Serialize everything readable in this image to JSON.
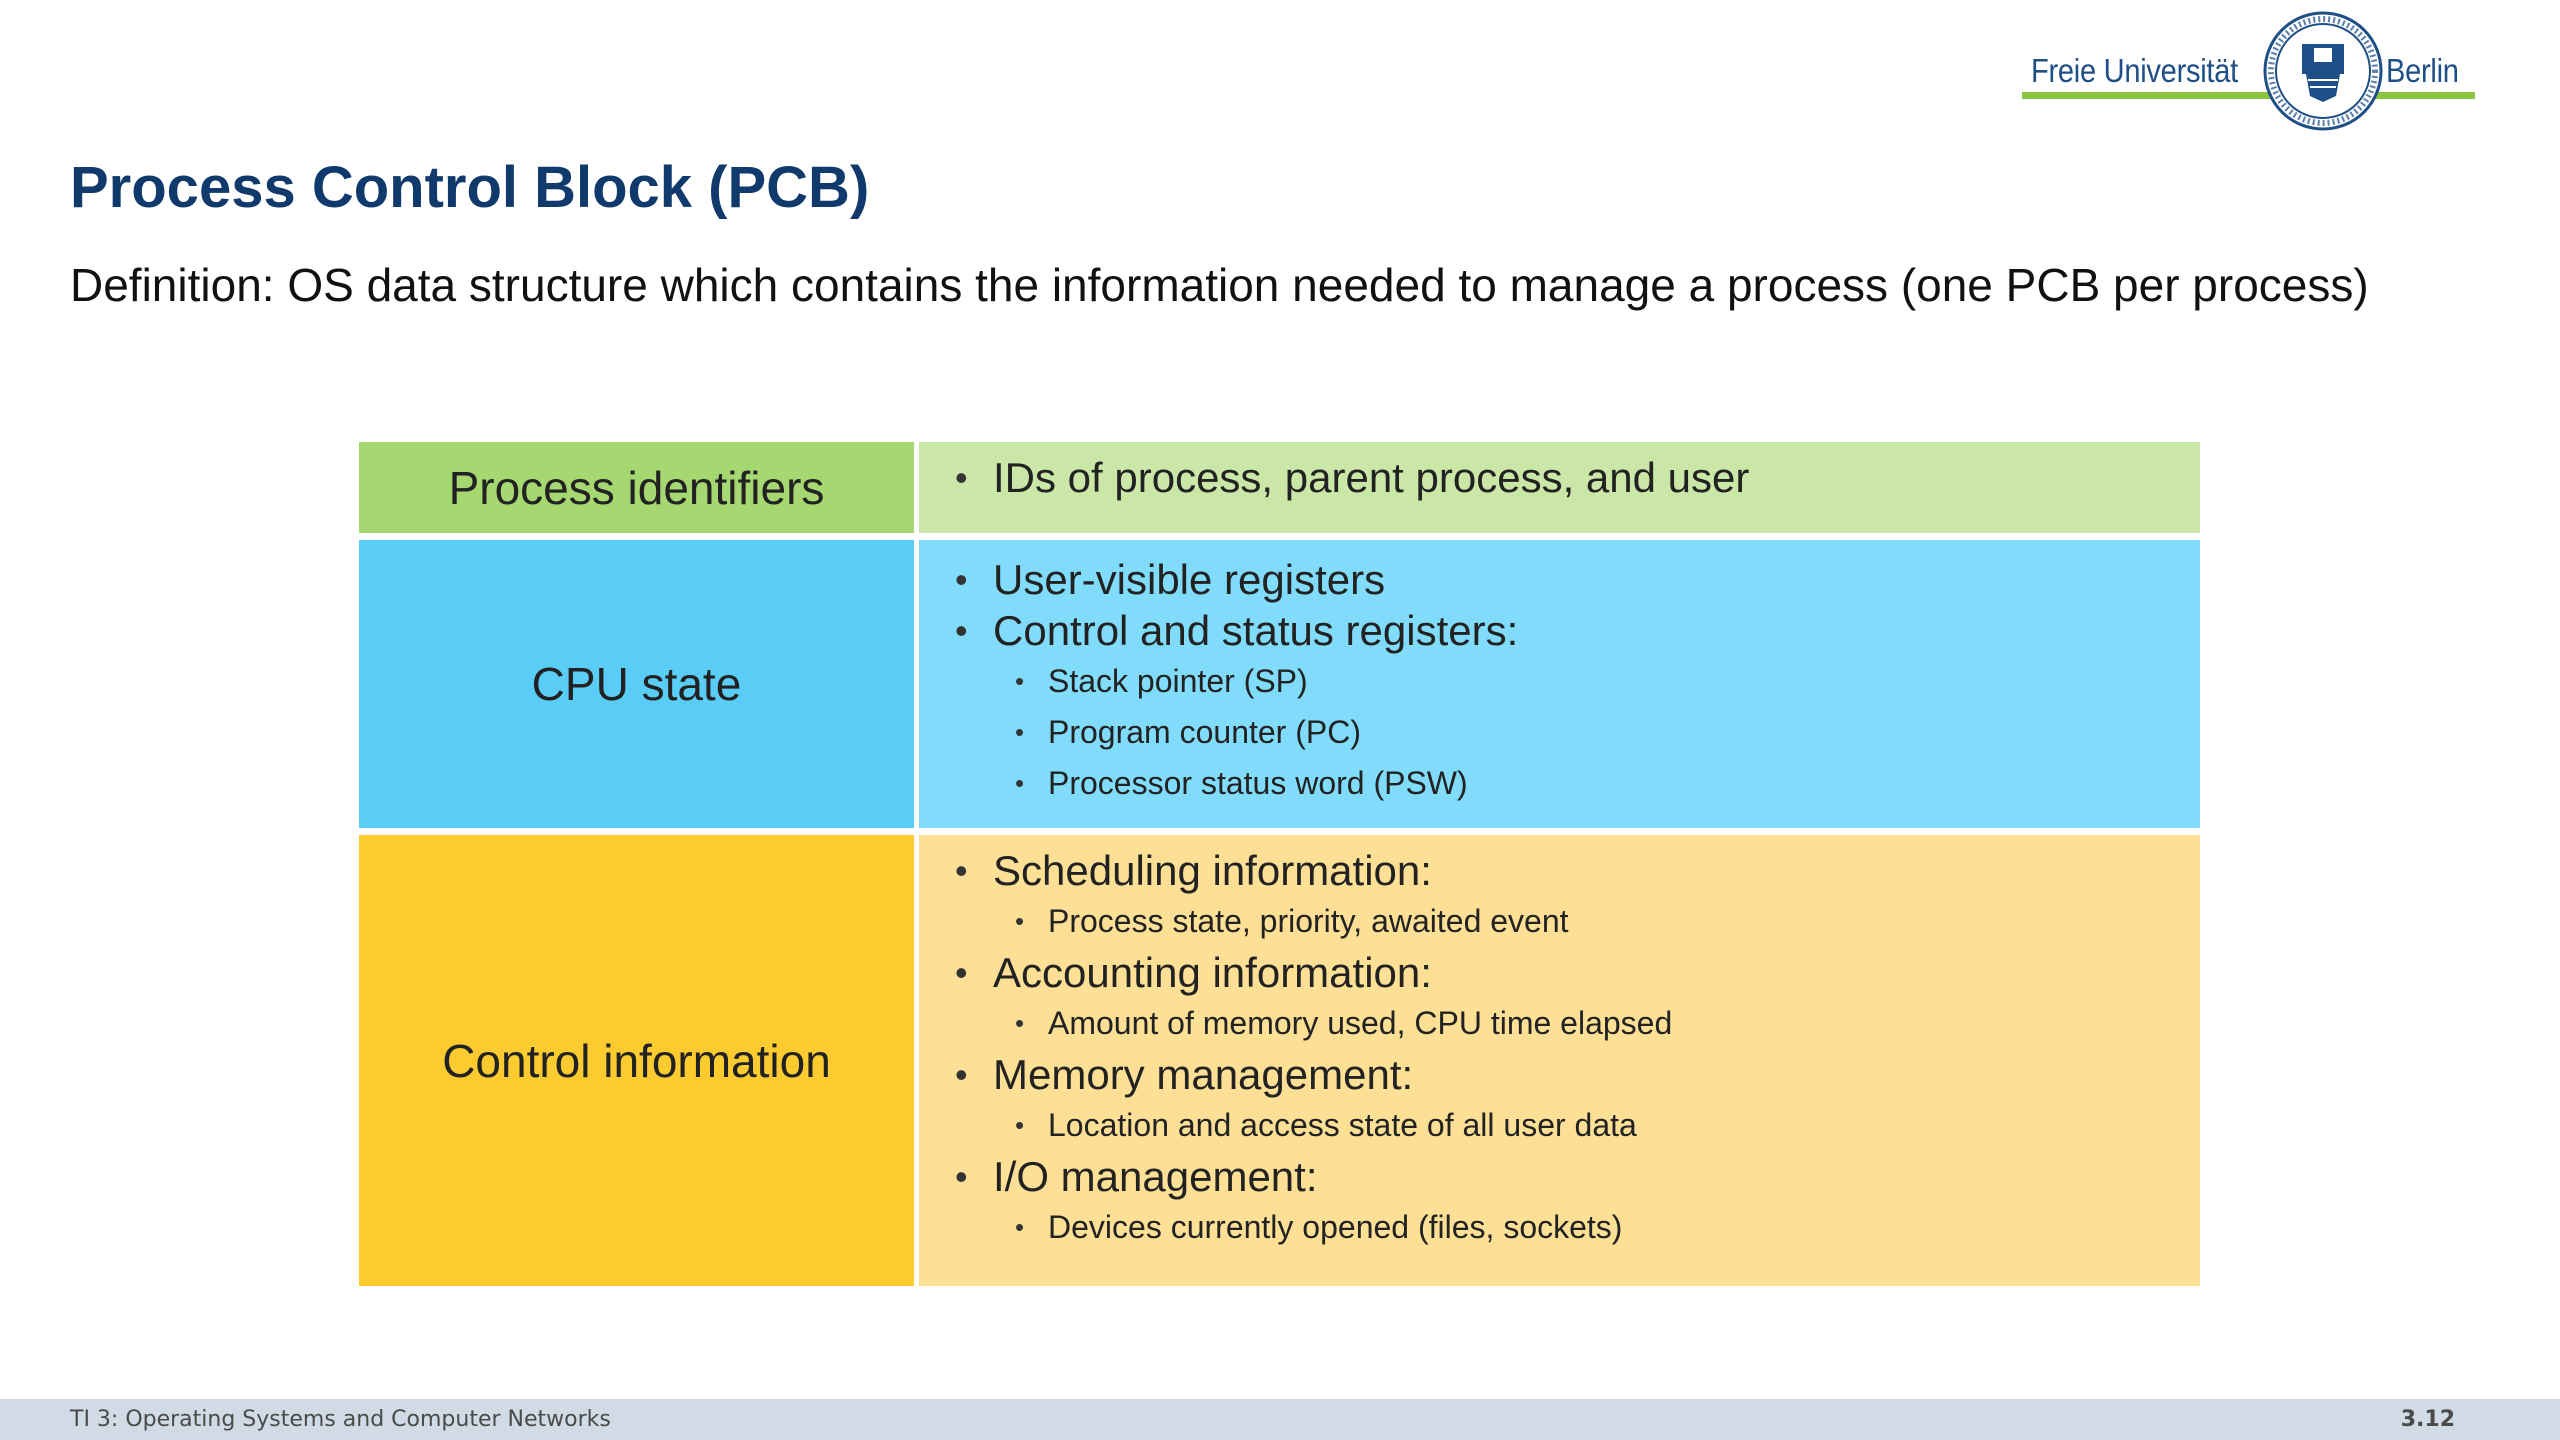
{
  "logo": {
    "left_word": "Freie Universität",
    "right_word": "Berlin"
  },
  "slide": {
    "title": "Process Control Block (PCB)",
    "definition": "Definition: OS data structure which contains the information needed to manage a process (one PCB per process)"
  },
  "table": {
    "rows": [
      {
        "label": "Process identifiers",
        "color": "#a6d872",
        "items": [
          {
            "text": "IDs of process, parent process, and user",
            "sub": []
          }
        ]
      },
      {
        "label": "CPU state",
        "color": "#5acdf6",
        "items": [
          {
            "text": "User-visible registers",
            "sub": []
          },
          {
            "text": "Control and status registers:",
            "sub": [
              "Stack pointer (SP)",
              "Program counter (PC)",
              "Processor status word (PSW)"
            ]
          }
        ]
      },
      {
        "label": "Control information",
        "color": "#fccb2f",
        "items": [
          {
            "text": "Scheduling information:",
            "sub": [
              "Process state, priority, awaited event"
            ]
          },
          {
            "text": "Accounting information:",
            "sub": [
              "Amount of memory used, CPU time elapsed"
            ]
          },
          {
            "text": "Memory management:",
            "sub": [
              "Location and access state of all user data"
            ]
          },
          {
            "text": "I/O management:",
            "sub": [
              "Devices currently opened (files, sockets)"
            ]
          }
        ]
      }
    ]
  },
  "footer": {
    "course": "TI 3: Operating Systems and Computer Networks",
    "page": "3.12"
  }
}
